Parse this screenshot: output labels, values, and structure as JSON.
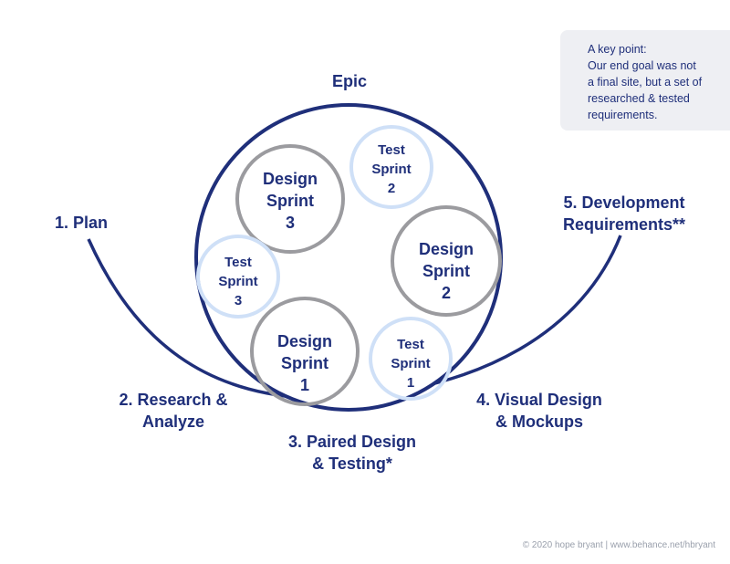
{
  "epic_label": "Epic",
  "steps": {
    "plan": "1. Plan",
    "research": "2. Research &\nAnalyze",
    "paired": "3. Paired Design\n& Testing*",
    "visual": "4. Visual Design\n& Mockups",
    "development": "5. Development\nRequirements**"
  },
  "sprints": {
    "design_sprint_1": "Design\nSprint\n1",
    "design_sprint_2": "Design\nSprint\n2",
    "design_sprint_3": "Design\nSprint\n3",
    "test_sprint_1": "Test\nSprint\n1",
    "test_sprint_2": "Test\nSprint\n2",
    "test_sprint_3": "Test\nSprint\n3"
  },
  "note": "A key point:\nOur end goal was not\na final site, but a set of\nresearched & tested\nrequirements.",
  "credit": "© 2020 hope bryant | www.behance.net/hbryant",
  "colors": {
    "navy": "#1f2f7a",
    "gray_ring": "#9b9b9f",
    "light_blue_ring": "#cfe0f7",
    "note_bg": "#eeeff3"
  }
}
